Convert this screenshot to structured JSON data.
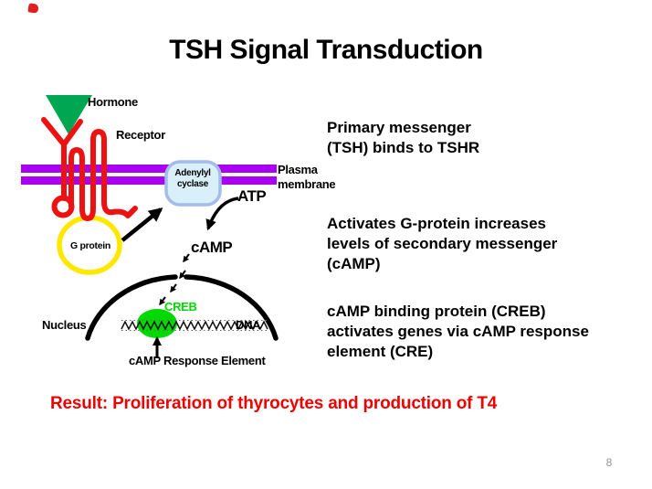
{
  "slide": {
    "title": "TSH Signal Transduction",
    "page_number": "8",
    "result_text": "Result: Proliferation of thyrocytes and production of T4"
  },
  "diagram": {
    "labels": {
      "hormone": "Hormone",
      "receptor": "Receptor",
      "plasma_membrane": "Plasma\nmembrane",
      "adenylyl_cyclase": "Adenylyl\ncyclase",
      "atp": "ATP",
      "g_protein": "G protein",
      "camp": "cAMP",
      "nucleus": "Nucleus",
      "creb": "CREB",
      "dna": "DNA",
      "cre": "cAMP Response Element"
    },
    "colors": {
      "membrane": "#aa00f2",
      "receptor": "#ee1111",
      "hormone": "#00a651",
      "creb": "#00d900",
      "g_protein_ring": "#ffe800",
      "cyclase_fill": "#d9effa",
      "cyclase_border": "#a3bce9",
      "arrow": "#000000",
      "result": "#ee0000"
    }
  },
  "annotations": [
    "Primary messenger\n(TSH) binds to TSHR",
    "Activates G-protein increases\nlevels of secondary messenger\n(cAMP)",
    "cAMP binding protein (CREB)\nactivates genes via cAMP response\nelement (CRE)"
  ]
}
